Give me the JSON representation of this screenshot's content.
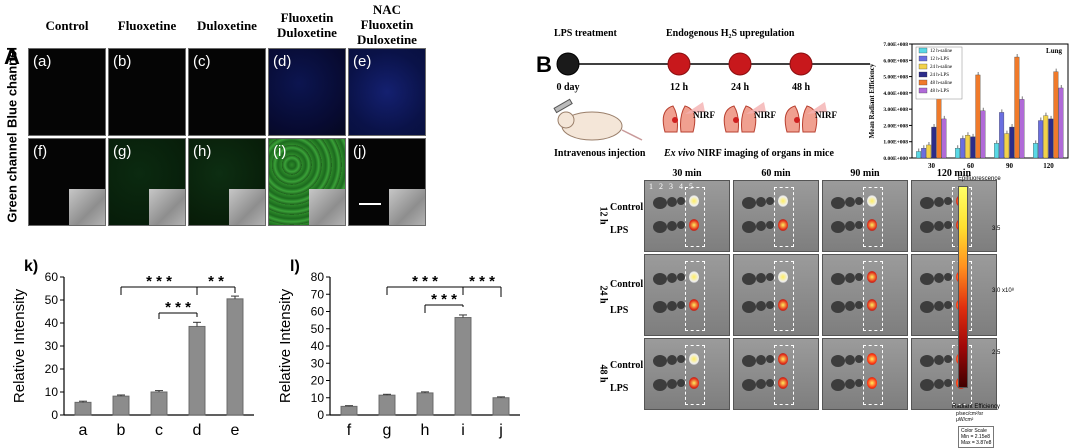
{
  "panel_a": {
    "letter": "A",
    "columns": [
      "Control",
      "Fluoxetine",
      "Duloxetine",
      "Fluoxetin\nDuloxetine",
      "NAC\nFluoxetin\nDuloxetine"
    ],
    "rows": [
      "Blue channel",
      "Green channel"
    ],
    "tiles_blue": [
      "(a)",
      "(b)",
      "(c)",
      "(d)",
      "(e)"
    ],
    "tiles_green": [
      "(f)",
      "(g)",
      "(h)",
      "(i)",
      "(j)"
    ]
  },
  "chart_data": [
    {
      "type": "bar",
      "panel_label": "k)",
      "categories": [
        "a",
        "b",
        "c",
        "d",
        "e"
      ],
      "values": [
        5.5,
        8.2,
        10.0,
        38.5,
        50.5
      ],
      "errors": [
        0.5,
        0.5,
        0.6,
        1.8,
        1.2
      ],
      "ylabel": "Relative Intensity",
      "ylim": [
        0,
        60
      ],
      "yticks": [
        0,
        10,
        20,
        30,
        40,
        50,
        60
      ],
      "significance": [
        "* * *",
        "* *",
        "* * *"
      ]
    },
    {
      "type": "bar",
      "panel_label": "l)",
      "categories": [
        "f",
        "g",
        "h",
        "i",
        "j"
      ],
      "values": [
        5.0,
        11.5,
        12.8,
        56.5,
        10.0
      ],
      "errors": [
        0.4,
        0.5,
        0.6,
        1.5,
        0.5
      ],
      "ylabel": "Relative Intensity",
      "ylim": [
        0,
        80
      ],
      "yticks": [
        0,
        10,
        20,
        30,
        40,
        50,
        60,
        70,
        80
      ],
      "significance": [
        "* * *",
        "* * *",
        "* * *"
      ]
    },
    {
      "type": "bar",
      "panel_label": "Lung",
      "categories": [
        "30",
        "60",
        "90",
        "120"
      ],
      "ylabel": "Mean Radiant Efficiency",
      "ylim": [
        0,
        700000000.0
      ],
      "yticks": [
        "0.00E+000",
        "1.00E+008",
        "2.00E+008",
        "3.00E+008",
        "4.00E+008",
        "5.00E+008",
        "6.00E+008",
        "7.00E+008"
      ],
      "series": [
        {
          "name": "12 h-saline",
          "color": "#59d9e6",
          "values": [
            40000000.0,
            60000000.0,
            90000000.0,
            90000000.0
          ]
        },
        {
          "name": "12 h-LPS",
          "color": "#6a6ee0",
          "values": [
            60000000.0,
            120000000.0,
            280000000.0,
            230000000.0
          ]
        },
        {
          "name": "24 h-saline",
          "color": "#f2d24a",
          "values": [
            80000000.0,
            140000000.0,
            150000000.0,
            260000000.0
          ]
        },
        {
          "name": "24 h-LPS",
          "color": "#2c2c8a",
          "values": [
            190000000.0,
            130000000.0,
            190000000.0,
            240000000.0
          ]
        },
        {
          "name": "48 h-saline",
          "color": "#f07a2a",
          "values": [
            380000000.0,
            510000000.0,
            620000000.0,
            530000000.0
          ]
        },
        {
          "name": "48 h-LPS",
          "color": "#b06ad8",
          "values": [
            240000000.0,
            290000000.0,
            360000000.0,
            430000000.0
          ]
        }
      ]
    }
  ],
  "panel_b": {
    "letter": "B",
    "timeline": {
      "title_left": "LPS treatment",
      "title_right": "Endogenous H₂S upregulation",
      "points": [
        "0 day",
        "12 h",
        "24 h",
        "48 h"
      ],
      "nirf": "NIRF",
      "caption_left": "Intravenous injection",
      "caption_right_italic": "Ex vivo",
      "caption_right": "NIRF imaging of organs in mice"
    },
    "grid": {
      "times": [
        "30 min",
        "60 min",
        "90 min",
        "120 min"
      ],
      "rows": [
        "12 h",
        "24 h",
        "48 h"
      ],
      "sub_rows": [
        "Control",
        "LPS"
      ],
      "organ_numbers": "1   2   3   4   5"
    },
    "scale": {
      "title": "Epifluorescence",
      "ticks": [
        "3.5",
        "3.0",
        "2.5"
      ],
      "exp": "x10⁸",
      "caption": "Radiant Efficiency",
      "units": "p/sec/cm²/sr\nμW/cm²",
      "legend_box": "Color Scale\nMin = 2.15e8\nMax = 3.87e8"
    }
  }
}
